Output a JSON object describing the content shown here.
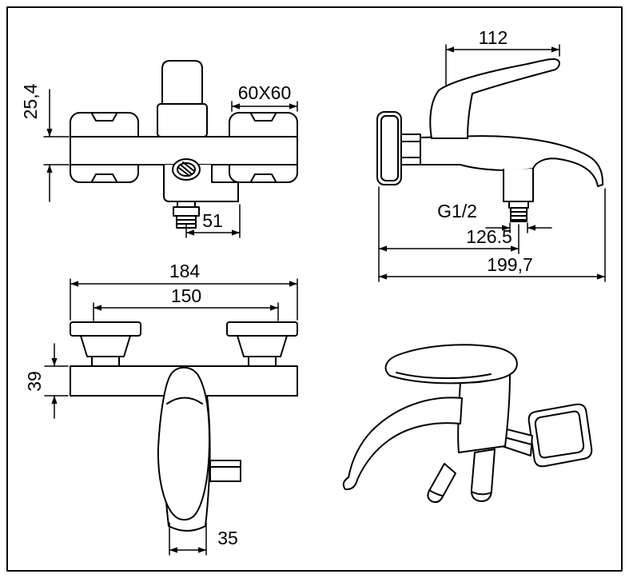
{
  "drawing": {
    "type": "technical-drawing",
    "subject": "wall-mounted bath mixer faucet, four orthographic/perspective views",
    "colors": {
      "line": "#000000",
      "background": "#ffffff"
    },
    "views": {
      "front": {
        "dims": {
          "wall_center_offset": "25,4",
          "escutcheon_size": "60X60",
          "spout_side_offset": "51"
        }
      },
      "side": {
        "dims": {
          "handle_projection": "112",
          "outlet_thread": "G1/2",
          "outlet_center_depth": "126.5",
          "overall_depth": "199,7"
        }
      },
      "plan": {
        "dims": {
          "overall_width": "184",
          "inner_span": "150",
          "body_depth": "39",
          "spout_tip_width": "35"
        }
      }
    }
  }
}
